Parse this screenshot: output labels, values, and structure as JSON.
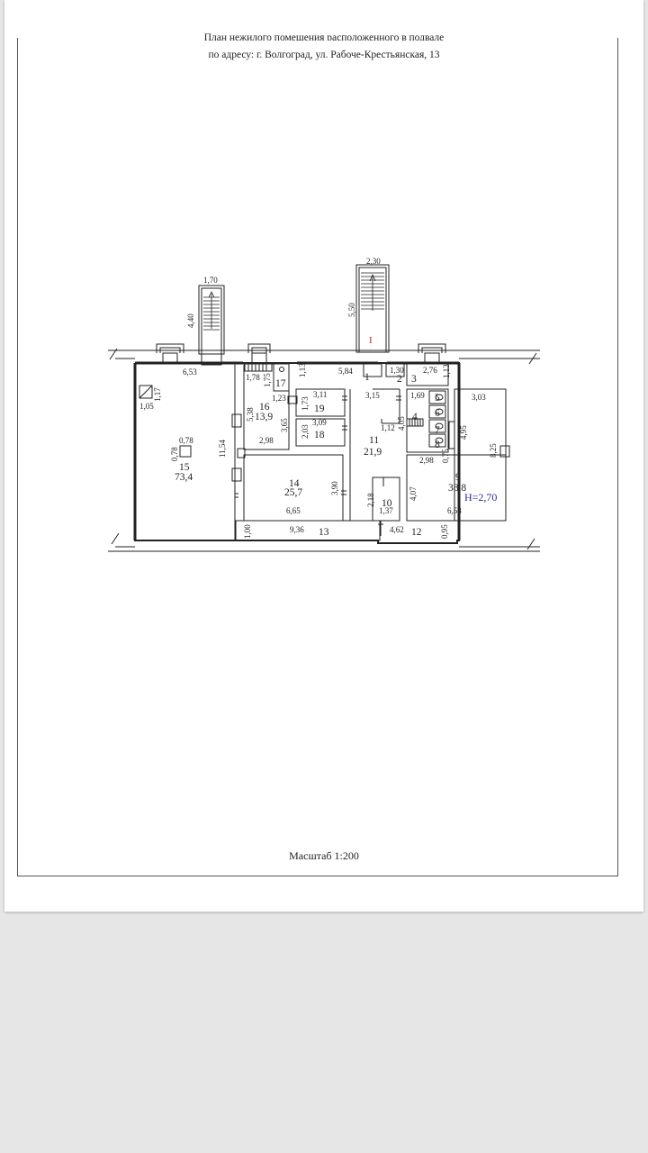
{
  "document": {
    "title_line1": "План нежилого помещения расположенного в подвале",
    "title_line2": "по адресу: г. Волгоград, ул. Рабоче-Крестьянская, 13",
    "scale": "Масштаб 1:200"
  },
  "plan": {
    "stair_marker": "I",
    "height_label": "Н=2,70",
    "rooms": [
      {
        "id": "r1",
        "number": "1",
        "area": ""
      },
      {
        "id": "r2",
        "number": "2",
        "area": ""
      },
      {
        "id": "r3",
        "number": "3",
        "area": ""
      },
      {
        "id": "r4",
        "number": "4",
        "area": ""
      },
      {
        "id": "r5",
        "number": "5",
        "area": ""
      },
      {
        "id": "r6",
        "number": "6",
        "area": ""
      },
      {
        "id": "r7",
        "number": "7",
        "area": ""
      },
      {
        "id": "r8",
        "number": "8",
        "area": ""
      },
      {
        "id": "r9",
        "number": "9",
        "area": "38,8"
      },
      {
        "id": "r10",
        "number": "10",
        "area": ""
      },
      {
        "id": "r11",
        "number": "11",
        "area": "21,9"
      },
      {
        "id": "r12",
        "number": "12",
        "area": ""
      },
      {
        "id": "r13",
        "number": "13",
        "area": ""
      },
      {
        "id": "r14",
        "number": "14",
        "area": "25,7"
      },
      {
        "id": "r15",
        "number": "15",
        "area": "73,4"
      },
      {
        "id": "r16",
        "number": "16",
        "area": "13,9"
      },
      {
        "id": "r17",
        "number": "17",
        "area": ""
      },
      {
        "id": "r18",
        "number": "18",
        "area": ""
      },
      {
        "id": "r19",
        "number": "19",
        "area": ""
      }
    ],
    "dimensions": [
      "1,70",
      "4,40",
      "2,30",
      "5,50",
      "6,53",
      "1,17",
      "1,05",
      "0,78",
      "0,78",
      "11,54",
      "1,78",
      "1,75",
      "5,38",
      "1,23",
      "3,65",
      "2,98",
      "1,13",
      "3,11",
      "1,73",
      "3,09",
      "2,03",
      "5,84",
      "3,15",
      "1,30",
      "2,76",
      "1,13",
      "1,69",
      "3,03",
      "1,12",
      "4,05",
      "4,95",
      "8,25",
      "2,98",
      "0,75",
      "6,65",
      "3,90",
      "2,18",
      "4,07",
      "1,37",
      "6,53",
      "1,00",
      "9,36",
      "4,62",
      "0,95"
    ]
  }
}
